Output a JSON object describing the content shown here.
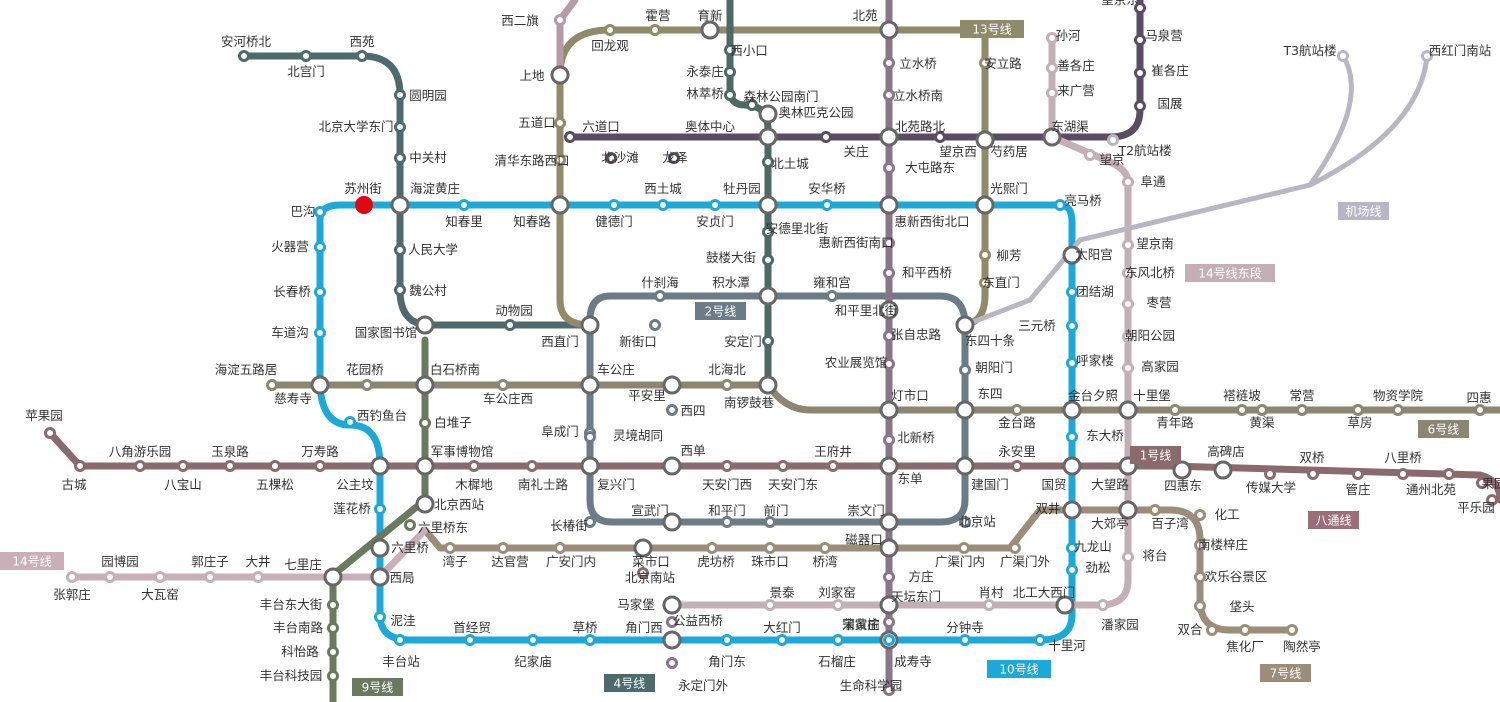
{
  "colors": {
    "line1": "#8b6a6e",
    "line2": "#6a7b87",
    "line4": "#4f8a8f",
    "line5": "#8a7488",
    "line6": "#8c8572",
    "line7": "#9b8d7a",
    "line8": "#4a6a63",
    "line9": "#6a7a5e",
    "line10": "#1ba9da",
    "line13": "#8f8a6a",
    "line14w": "#c9afb7",
    "line14e": "#c2b0b6",
    "line15": "#5a4d63",
    "changping": "#b79aa7",
    "batong": "#9b6f78",
    "airport": "#b9b6c4",
    "current": "#e30613"
  },
  "line_badges": {
    "l13": "13号线",
    "l2": "2号线",
    "l14e": "14号线东段",
    "airport": "机场线",
    "l6": "6号线",
    "l1": "1号线",
    "batong": "八通线",
    "l14w": "14号线",
    "l9": "9号线",
    "l4": "4号线",
    "l10": "10号线",
    "l7": "7号线"
  },
  "stations": [
    "安河桥北",
    "北宫门",
    "西苑",
    "圆明园",
    "北京大学东门",
    "中关村",
    "海淀黄庄",
    "苏州街",
    "巴沟",
    "知春里",
    "知春路",
    "人民大学",
    "魏公村",
    "国家图书馆",
    "火器营",
    "长春桥",
    "车道沟",
    "动物园",
    "西直门",
    "新街口",
    "海淀五路居",
    "慈寿寺",
    "花园桥",
    "白石桥南",
    "车公庄西",
    "车公庄",
    "平安里",
    "北海北",
    "南锣鼓巷",
    "西钓鱼台",
    "白堆子",
    "阜成门",
    "灵境胡同",
    "西四",
    "苹果园",
    "古城",
    "八角游乐园",
    "八宝山",
    "玉泉路",
    "五棵松",
    "万寿路",
    "公主坟",
    "军事博物馆",
    "木樨地",
    "南礼士路",
    "复兴门",
    "西单",
    "天安门西",
    "天安门东",
    "王府井",
    "东单",
    "建国门",
    "永安里",
    "国贸",
    "大望路",
    "莲花桥",
    "北京西站",
    "六里桥东",
    "六里桥",
    "湾子",
    "达官营",
    "广安门内",
    "菜市口",
    "虎坊桥",
    "珠市口",
    "桥湾",
    "磁器口",
    "广渠门内",
    "广渠门外",
    "双井",
    "长椿街",
    "宣武门",
    "和平门",
    "前门",
    "崇文门",
    "北京站",
    "园博园",
    "张郭庄",
    "大瓦窑",
    "郭庄子",
    "大井",
    "七里庄",
    "西局",
    "丰台东大街",
    "丰台南路",
    "科怡路",
    "丰台科技园",
    "泥洼",
    "丰台站",
    "首经贸",
    "纪家庙",
    "草桥",
    "角门西",
    "角门东",
    "大红门",
    "石榴庄",
    "宋家庄",
    "成寿寺",
    "分钟寺",
    "十里河",
    "北工大西门",
    "潘家园",
    "劲松",
    "九龙山",
    "大郊亭",
    "百子湾",
    "化工",
    "南楼梓庄",
    "欢乐谷景区",
    "垡头",
    "双合",
    "焦化厂",
    "陶然亭",
    "北京南站",
    "马家堡",
    "公益西桥",
    "永定门外",
    "景泰",
    "刘家窑",
    "蒲黄榆",
    "天坛东门",
    "方庄",
    "肖村",
    "生命科学园",
    "西二旗",
    "上地",
    "五道口",
    "清华东路西口",
    "六道口",
    "北沙滩",
    "龙泽",
    "回龙观",
    "霍营",
    "育新",
    "西小口",
    "永泰庄",
    "林萃桥",
    "森林公园南门",
    "奥林匹克公园",
    "奥体中心",
    "北土城",
    "牡丹园",
    "西土城",
    "健德门",
    "安贞门",
    "安华桥",
    "安德里北街",
    "鼓楼大街",
    "积水潭",
    "什刹海",
    "安定门",
    "雍和宫",
    "和平里北街",
    "和平西桥",
    "惠新西街南口",
    "惠新西街北口",
    "大屯路东",
    "北苑路北",
    "立水桥南",
    "立水桥",
    "北苑",
    "安立路",
    "关庄",
    "望京西",
    "芍药居",
    "光熙门",
    "柳芳",
    "东直门",
    "东四十条",
    "朝阳门",
    "东四",
    "灯市口",
    "北新桥",
    "张自忠路",
    "农业展览馆",
    "三元桥",
    "太阳宫",
    "亮马桥",
    "团结湖",
    "呼家楼",
    "金台夕照",
    "东大桥",
    "金台路",
    "十里堡",
    "青年路",
    "褡裢坡",
    "黄渠",
    "常营",
    "草房",
    "物资学院",
    "四惠",
    "四惠东",
    "高碑店",
    "传媒大学",
    "双桥",
    "管庄",
    "八里桥",
    "通州北苑",
    "果园",
    "平乐园",
    "将台",
    "东风北桥",
    "枣营",
    "朝阳公园",
    "高家园",
    "望京南",
    "阜通",
    "望京",
    "东湖渠",
    "来广营",
    "善各庄",
    "孙河",
    "马泉营",
    "崔各庄",
    "国展",
    "望京东",
    "T2航站楼",
    "T3航站楼",
    "西红门南站"
  ]
}
